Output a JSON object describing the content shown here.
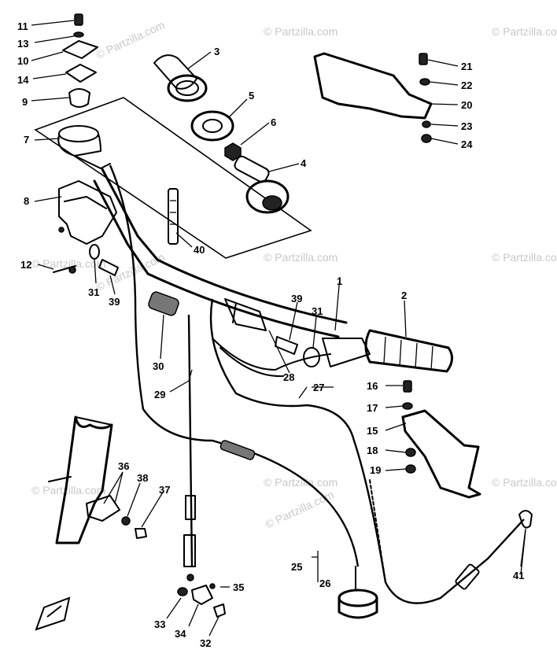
{
  "watermark": "© Partzilla.com",
  "labels": {
    "1": "1",
    "2": "2",
    "3": "3",
    "4": "4",
    "5": "5",
    "6": "6",
    "7": "7",
    "8": "8",
    "9": "9",
    "10": "10",
    "11": "11",
    "12": "12",
    "13": "13",
    "14": "14",
    "15": "15",
    "16": "16",
    "17": "17",
    "18": "18",
    "19": "19",
    "20": "20",
    "21": "21",
    "22": "22",
    "23": "23",
    "24": "24",
    "25": "25",
    "26": "26",
    "27": "27",
    "28": "28",
    "29": "29",
    "30": "30",
    "31": "31",
    "32": "32",
    "33": "33",
    "34": "34",
    "35": "35",
    "36": "36",
    "37": "37",
    "38": "38",
    "39": "39",
    "40": "40",
    "41": "41"
  },
  "icons": {
    "front_arrow": "front-arrow-icon"
  }
}
